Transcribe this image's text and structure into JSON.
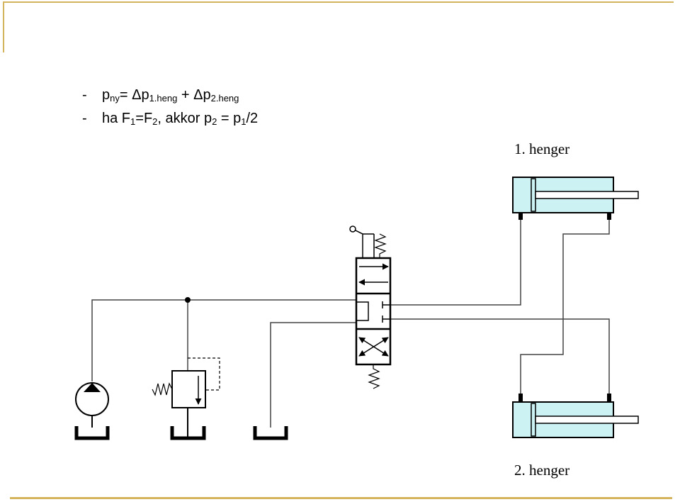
{
  "formulas": {
    "line1": {
      "dash": "-",
      "p": "p",
      "p_sub": "ny",
      "eq": "= Δp",
      "sub1": "1.heng",
      "plus": " + Δp",
      "sub2": "2.heng"
    },
    "line2": {
      "dash": "-",
      "pre": "ha F",
      "s1": "1",
      "mid1": "=F",
      "s2": "2",
      "mid2": ", akkor p",
      "s3": "2",
      "mid3": " = p",
      "s4": "1",
      "post": "/2"
    }
  },
  "labels": {
    "cylinder1": "1. henger",
    "cylinder2": "2. henger"
  },
  "colors": {
    "frame": "#d4b45c",
    "cylinder_fill": "#ccf2f4",
    "line": "#000000",
    "pipe": "#333333"
  }
}
